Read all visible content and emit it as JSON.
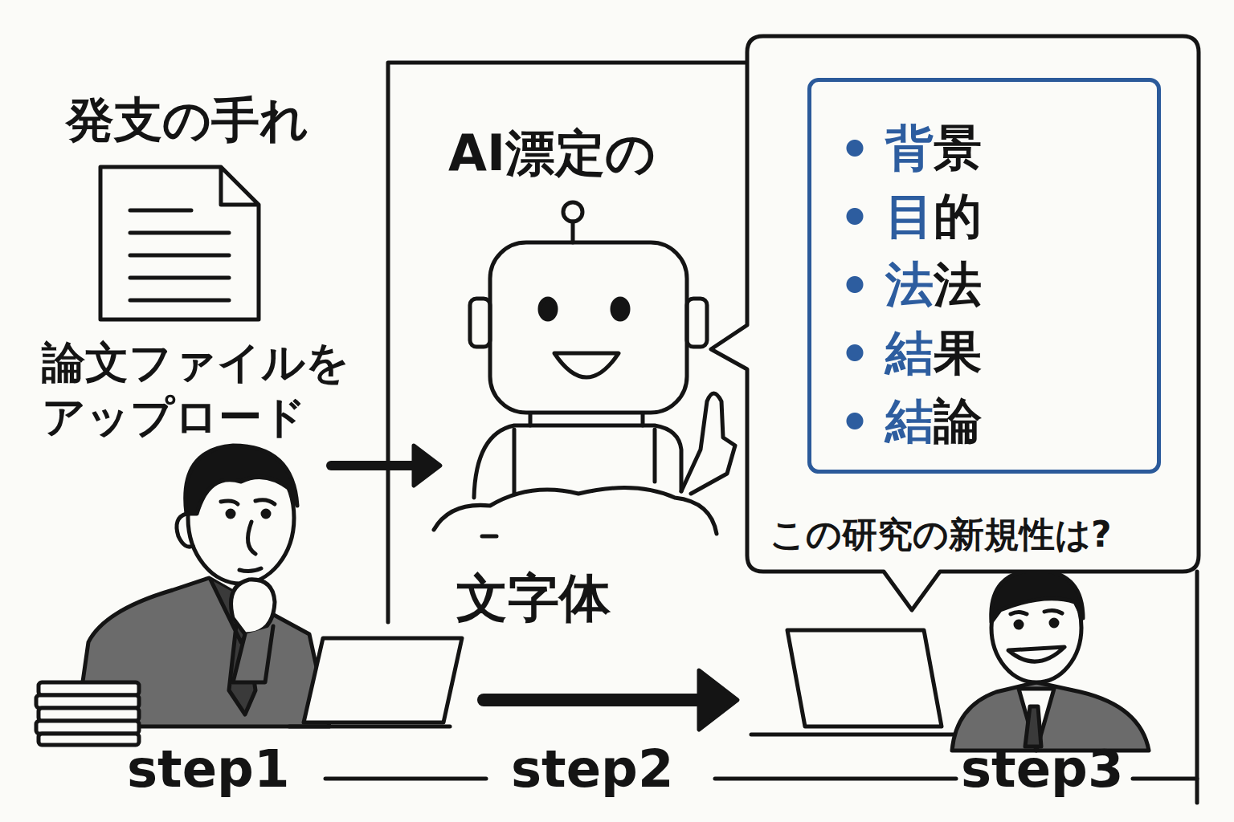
{
  "diagram": {
    "nodes": [
      {
        "text": [
          "この研究の新規性は?"
        ]
      },
      {
        "text": [
          "背景",
          "目的",
          "法法",
          "結果",
          "結論"
        ],
        "in": 0
      }
    ],
    "labels": [
      "発支の手れ",
      "論文ファイルを アップロード",
      "AI漂定の",
      "文字体",
      "step1",
      "step2",
      "step3"
    ]
  }
}
